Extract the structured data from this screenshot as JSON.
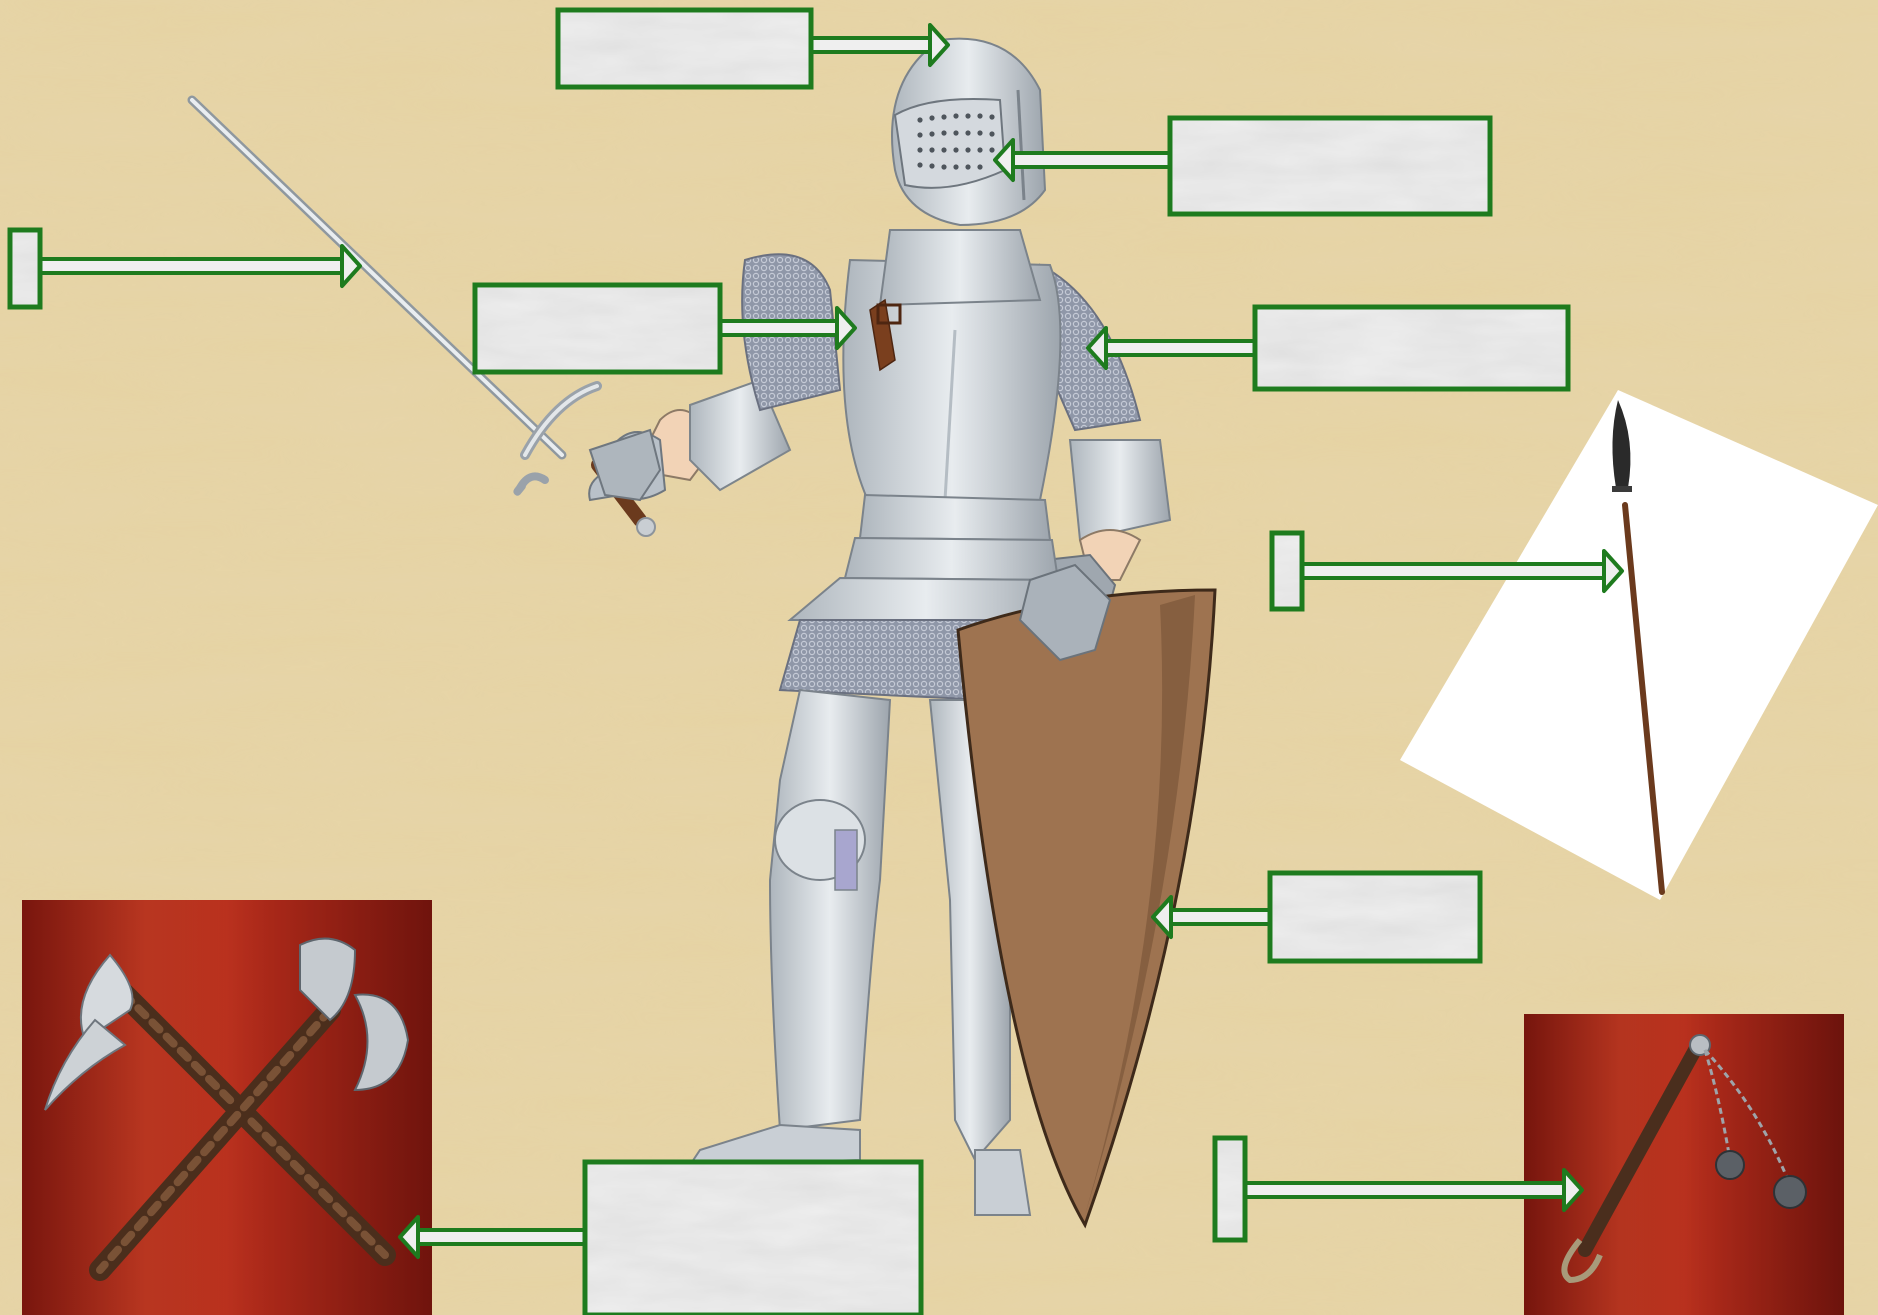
{
  "slide": {
    "background_color": "#E6D3A3",
    "accent_color": "#1E7B1E",
    "label_fill": "#EFEFEF"
  },
  "images": {
    "knight": {
      "icon": "knight-in-armour-icon"
    },
    "spear": {
      "icon": "spear-icon"
    },
    "axes": {
      "icon": "crossed-battle-axes-icon"
    },
    "flail": {
      "icon": "flail-icon"
    }
  },
  "labels": [
    {
      "id": "helmet-crest",
      "text": ""
    },
    {
      "id": "visor",
      "text": ""
    },
    {
      "id": "sword",
      "text": ""
    },
    {
      "id": "breastplate-strap",
      "text": ""
    },
    {
      "id": "chainmail",
      "text": ""
    },
    {
      "id": "spear",
      "text": ""
    },
    {
      "id": "shield",
      "text": ""
    },
    {
      "id": "axe",
      "text": ""
    },
    {
      "id": "flail",
      "text": ""
    }
  ]
}
